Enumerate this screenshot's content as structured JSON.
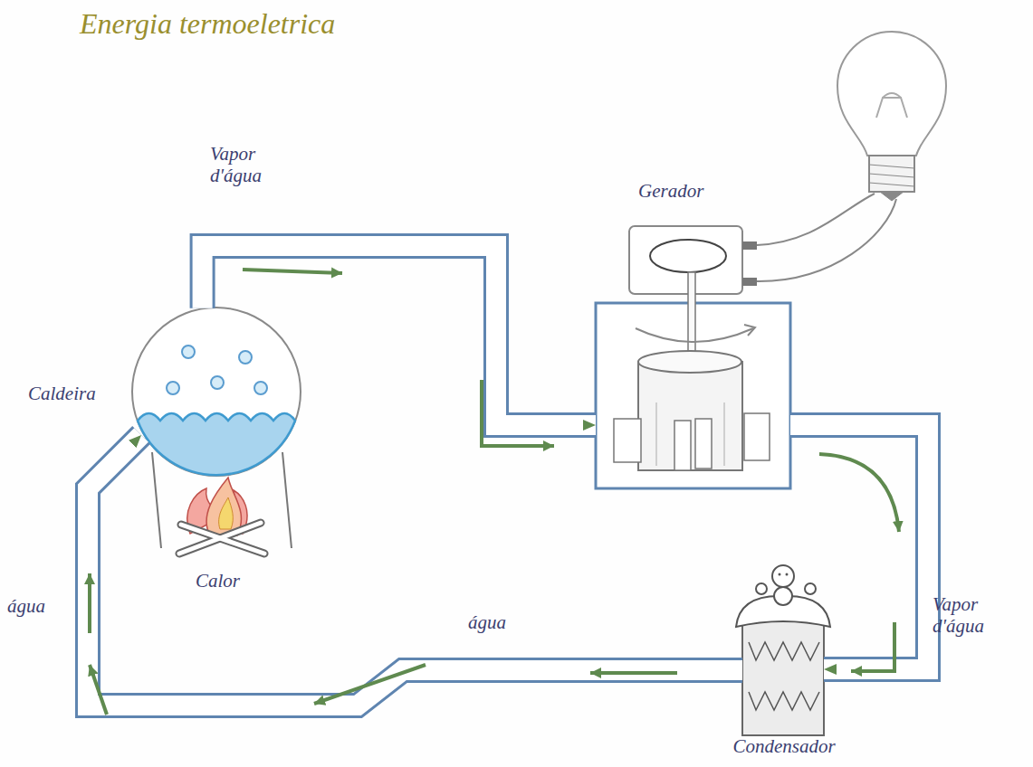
{
  "diagram": {
    "title": "Energia termoeletrica",
    "nodes": [
      {
        "text": [
          "Caldeira"
        ]
      },
      {
        "text": [
          "Gerador"
        ]
      },
      {
        "text": [
          "Condensador"
        ]
      }
    ],
    "edges": [
      {
        "from": 0,
        "to": 1,
        "arrow": "to",
        "label": "Vapor d'água"
      },
      {
        "from": 1,
        "to": 2,
        "arrow": "to",
        "label": "Vapor d'água"
      },
      {
        "from": 2,
        "to": 0,
        "arrow": "to",
        "label": "água"
      }
    ],
    "labels": [
      "Calor",
      "água"
    ]
  }
}
